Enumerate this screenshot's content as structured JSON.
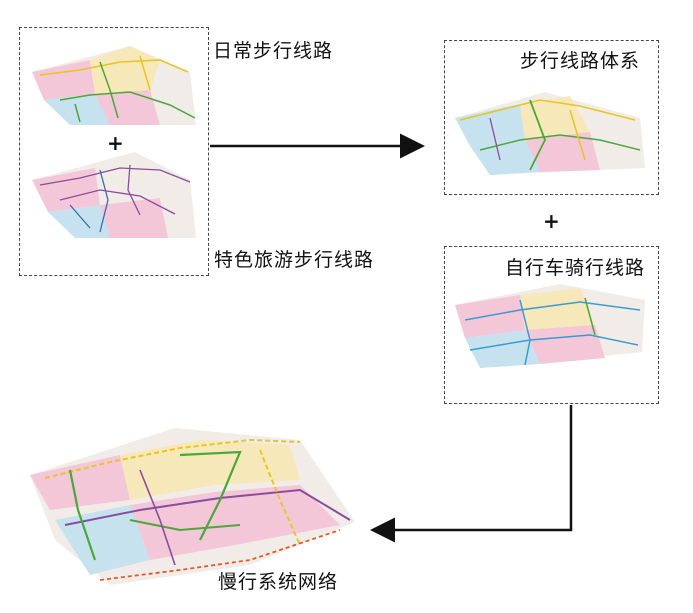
{
  "labels": {
    "daily_walking": "日常步行线路",
    "tourist_walking": "特色旅游步行线路",
    "walking_system": "步行线路体系",
    "cycling": "自行车骑行线路",
    "slow_network": "慢行系统网络"
  },
  "symbols": {
    "plus_left": "+",
    "plus_right": "+"
  },
  "colors": {
    "dash_border": "#444444",
    "arrow": "#111111",
    "zone_pink": "#f3c6d8",
    "zone_blue": "#c6e2ef",
    "zone_yellow": "#f6e8b8",
    "zone_light": "#f1ece8",
    "route_green": "#4aa83a",
    "route_yellow": "#e6c620",
    "route_purple": "#8a4d9a",
    "route_red_dash": "#e05a2a"
  }
}
